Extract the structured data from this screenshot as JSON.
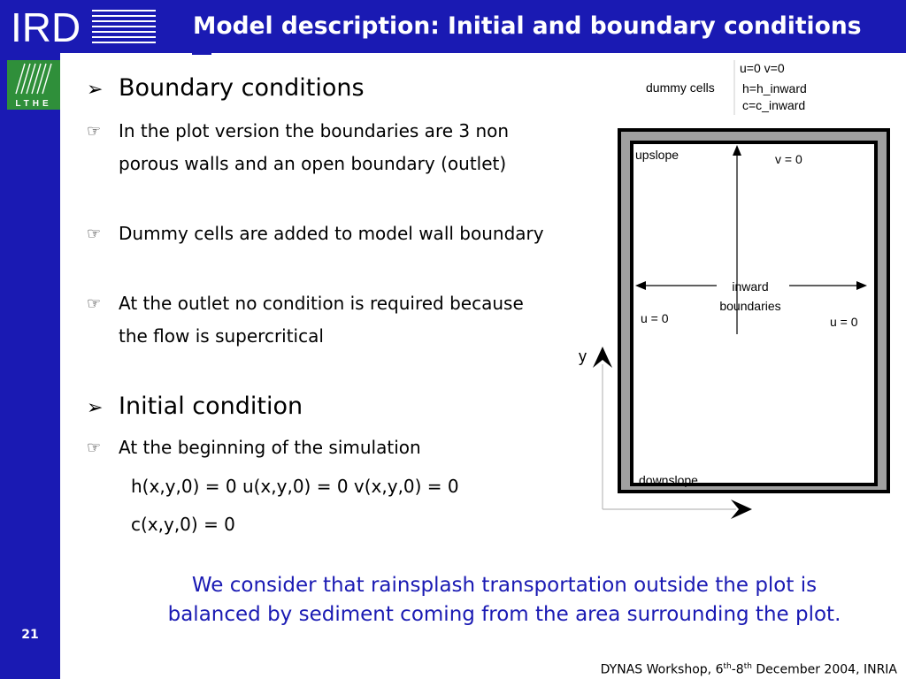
{
  "header": {
    "logo_text": "IRD",
    "title": "Model description: Initial and boundary conditions"
  },
  "sidebar": {
    "logo_text": "LTHE",
    "slide_number": "21"
  },
  "sections": [
    {
      "heading": "Boundary conditions",
      "bullets": [
        "In the plot version the boundaries are 3 non porous walls and an open boundary (outlet)",
        "Dummy cells are added to model wall boundary",
        "At the outlet no condition is required because the flow is supercritical"
      ]
    },
    {
      "heading": "Initial condition",
      "bullets": [
        "At the beginning of the simulation"
      ],
      "equations": [
        "h(x,y,0) = 0 u(x,y,0) = 0 v(x,y,0) = 0",
        "c(x,y,0) = 0"
      ]
    }
  ],
  "diagram": {
    "legend": {
      "dummy_cells": "dummy cells",
      "uv": "u=0  v=0",
      "h": "h=h_inward",
      "c": "c=c_inward"
    },
    "upslope": "upslope",
    "v_zero": "v = 0",
    "inward": "inward",
    "boundaries": "boundaries",
    "u_left": "u = 0",
    "u_right": "u = 0",
    "downslope": "downslope",
    "y_axis": "y"
  },
  "conclusion": {
    "line1": "We consider that rainsplash transportation outside the plot is",
    "line2": "balanced by sediment coming from the area surrounding the plot."
  },
  "footer": {
    "prefix": "DYNAS Workshop, 6",
    "sup1": "th",
    "middle": "-8",
    "sup2": "th",
    "suffix": " December 2004, INRIA"
  },
  "colors": {
    "brand_blue": "#1a1ab3",
    "conclusion_blue": "#1a1ab3",
    "wall_gray": "#a0a0a0"
  }
}
